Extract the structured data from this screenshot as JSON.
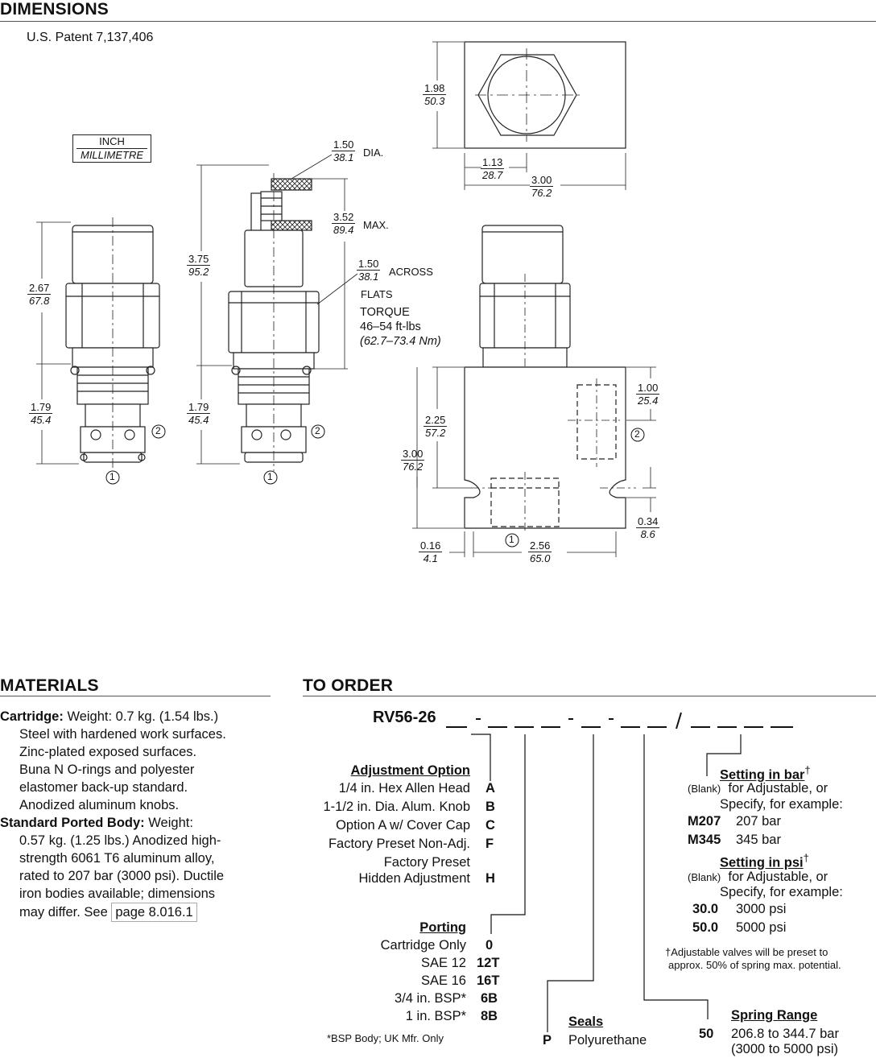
{
  "dimensions": {
    "title": "DIMENSIONS",
    "patent": "U.S. Patent 7,137,406",
    "units": {
      "inch": "INCH",
      "mm": "MILLIMETRE"
    },
    "labels": {
      "dia": "DIA.",
      "max": "MAX.",
      "across": "ACROSS",
      "flats": "FLATS",
      "torque": "TORQUE",
      "torque_ftlbs": "46–54 ft-lbs",
      "torque_nm": "(62.7–73.4 Nm)",
      "port1": "1",
      "port2": "2"
    },
    "values": {
      "d150a_in": "1.50",
      "d150a_mm": "38.1",
      "d352_in": "3.52",
      "d352_mm": "89.4",
      "d150b_in": "1.50",
      "d150b_mm": "38.1",
      "d375_in": "3.75",
      "d375_mm": "95.2",
      "d267_in": "2.67",
      "d267_mm": "67.8",
      "d179a_in": "1.79",
      "d179a_mm": "45.4",
      "d179b_in": "1.79",
      "d179b_mm": "45.4",
      "d198_in": "1.98",
      "d198_mm": "50.3",
      "d113_in": "1.13",
      "d113_mm": "28.7",
      "d300a_in": "3.00",
      "d300a_mm": "76.2",
      "d100_in": "1.00",
      "d100_mm": "25.4",
      "d225_in": "2.25",
      "d225_mm": "57.2",
      "d300b_in": "3.00",
      "d300b_mm": "76.2",
      "d034_in": "0.34",
      "d034_mm": "8.6",
      "d016_in": "0.16",
      "d016_mm": "4.1",
      "d256_in": "2.56",
      "d256_mm": "65.0"
    }
  },
  "materials": {
    "title": "MATERIALS",
    "cartridge_label": "Cartridge:",
    "cartridge_first": "Weight: 0.7 kg. (1.54 lbs.)",
    "cartridge_lines": [
      "Steel with hardened work surfaces.",
      "Zinc-plated exposed surfaces.",
      "Buna N O-rings and polyester",
      "elastomer back-up standard.",
      "Anodized aluminum knobs."
    ],
    "body_label": "Standard Ported Body:",
    "body_first": "Weight:",
    "body_lines": [
      "0.57 kg. (1.25 lbs.) Anodized high-",
      "strength 6061 T6 aluminum alloy,",
      "rated to 207 bar (3000 psi). Ductile",
      "iron bodies available; dimensions"
    ],
    "body_last": "may differ. See",
    "body_link": "page 8.016.1"
  },
  "order": {
    "title": "TO ORDER",
    "model": "RV56-26",
    "adjustment": {
      "heading": "Adjustment Option",
      "options": [
        {
          "label": "1/4 in. Hex Allen Head",
          "code": "A"
        },
        {
          "label": "1-1/2 in. Dia. Alum. Knob",
          "code": "B"
        },
        {
          "label": "Option A w/ Cover Cap",
          "code": "C"
        },
        {
          "label": "Factory Preset Non-Adj.",
          "code": "F"
        }
      ],
      "last_label_1": "Factory Preset",
      "last_label_2": "Hidden Adjustment",
      "last_code": "H"
    },
    "porting": {
      "heading": "Porting",
      "options": [
        {
          "label": "Cartridge Only",
          "code": "0"
        },
        {
          "label": "SAE 12",
          "code": "12T"
        },
        {
          "label": "SAE 16",
          "code": "16T"
        },
        {
          "label": "3/4 in. BSP*",
          "code": "6B"
        },
        {
          "label": "1 in. BSP*",
          "code": "8B"
        }
      ],
      "footnote": "*BSP Body; UK Mfr. Only"
    },
    "seals": {
      "heading": "Seals",
      "code": "P",
      "label": "Polyurethane"
    },
    "spring": {
      "heading": "Spring Range",
      "code": "50",
      "line1": "206.8 to 344.7 bar",
      "line2": "(3000 to 5000 psi)"
    },
    "setting_bar": {
      "heading": "Setting in bar",
      "mark": "†",
      "blank": "(Blank)",
      "blank_text": "for Adjustable, or",
      "specify": "Specify, for example:",
      "examples": [
        {
          "code": "M207",
          "text": "207 bar"
        },
        {
          "code": "M345",
          "text": "345 bar"
        }
      ]
    },
    "setting_psi": {
      "heading": "Setting in psi",
      "mark": "†",
      "blank": "(Blank)",
      "blank_text": "for Adjustable, or",
      "specify": "Specify, for example:",
      "examples": [
        {
          "code": "30.0",
          "text": "3000 psi"
        },
        {
          "code": "50.0",
          "text": "5000 psi"
        }
      ]
    },
    "footnote_1": "†Adjustable valves will be preset to",
    "footnote_2": "approx. 50% of spring max. potential."
  }
}
